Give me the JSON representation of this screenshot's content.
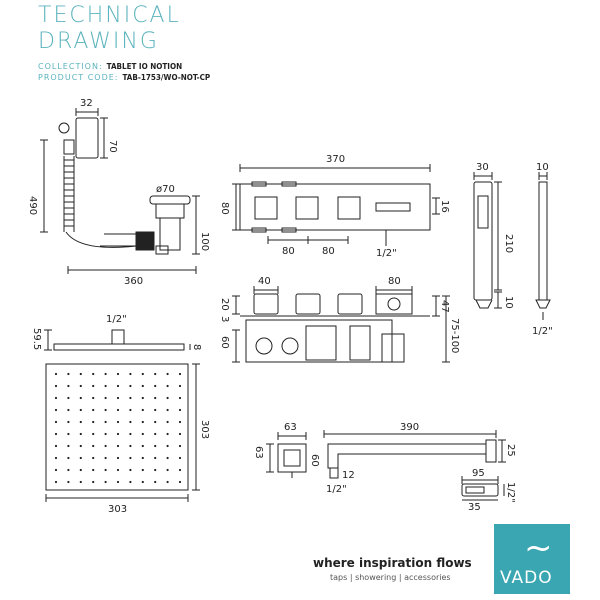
{
  "header": {
    "title_line1": "TECHNICAL",
    "title_line2": "DRAWING",
    "collection_label": "COLLECTION:",
    "collection_value": "TABLET IO NOTION",
    "product_label": "PRODUCT CODE:",
    "product_value": "TAB-1753/WO-NOT-CP"
  },
  "dims": {
    "d32": "32",
    "d70": "70",
    "d490": "490",
    "d70dia": "ø70",
    "d100": "100",
    "d360": "360",
    "d370": "370",
    "d80a": "80",
    "d16": "16",
    "d80b": "80",
    "d80c": "80",
    "dhalf1": "1/2\"",
    "d30": "30",
    "d210": "210",
    "d10a": "10",
    "d10b": "10",
    "dhalf2": "1/2\"",
    "d40": "40",
    "d80d": "80",
    "d20": "20",
    "d3": "3",
    "d60": "60",
    "d47": "47",
    "d75100": "75-100",
    "dhalf3": "1/2\"",
    "d595": "59.5",
    "d8": "8",
    "d303a": "303",
    "d303b": "303",
    "d63a": "63",
    "d63b": "63",
    "d60b": "60",
    "d390": "390",
    "d25": "25",
    "d12": "12",
    "dhalf4": "1/2\"",
    "d95": "95",
    "d35": "35",
    "dhalf5": "1/2\""
  },
  "footer": {
    "tagline": "where inspiration flows",
    "subline": "taps | showering | accessories",
    "brand": "VADO",
    "brand_color": "#3aa6b2",
    "accent_color": "#5bb3bd"
  }
}
